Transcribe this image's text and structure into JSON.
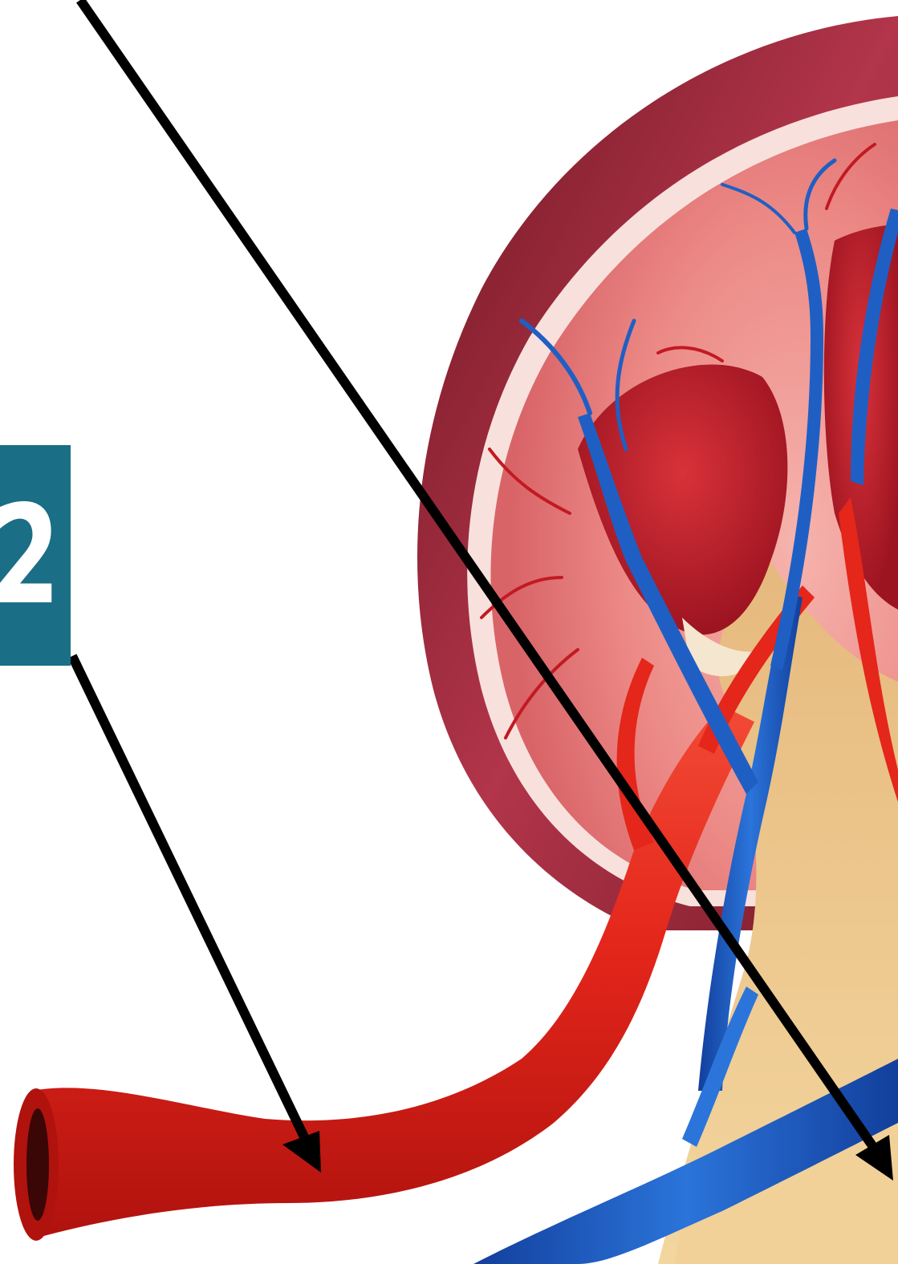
{
  "labels": {
    "badge_number": "2"
  },
  "colors": {
    "badge": "#1a6e86",
    "artery": "#e4261b",
    "vein": "#1f5fc4",
    "capsule": "#9b2a3c",
    "cortex": "#e98080",
    "pelvis": "#eecb91",
    "arrow": "#000000"
  },
  "parts": [
    "renal-capsule",
    "renal-cortex",
    "renal-pyramid",
    "renal-artery",
    "renal-vein",
    "renal-pelvis",
    "ureter"
  ],
  "arrows": [
    "arrow-to-artery",
    "arrow-to-pelvis"
  ]
}
